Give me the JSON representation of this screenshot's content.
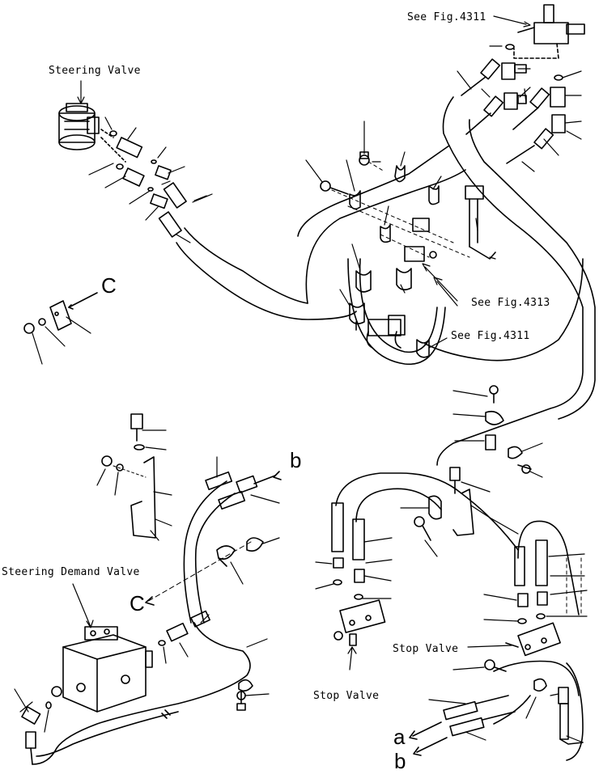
{
  "labels": {
    "see_fig_4311_top": "See Fig.4311",
    "steering_valve": "Steering Valve",
    "see_fig_4313": "See Fig.4313",
    "see_fig_4311_mid": "See Fig.4311",
    "steering_demand_valve": "Steering Demand Valve",
    "stop_valve_right": "Stop Valve",
    "stop_valve_center": "Stop Valve"
  },
  "callouts": {
    "c_upper": "C",
    "c_lower": "C",
    "b_upper": "b",
    "a_bottom": "a",
    "b_bottom": "b"
  }
}
